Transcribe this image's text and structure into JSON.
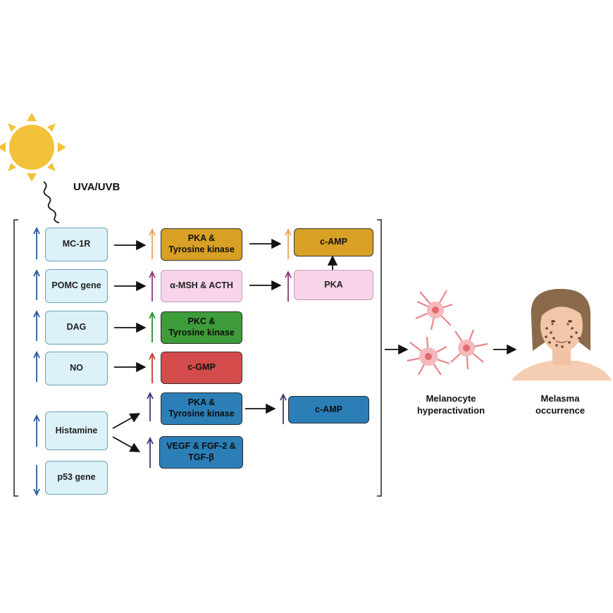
{
  "source": {
    "label": "UVA/UVB"
  },
  "inputs": [
    {
      "id": "mc1r",
      "label": "MC-1R",
      "direction": "up"
    },
    {
      "id": "pomc",
      "label": "POMC gene",
      "direction": "up"
    },
    {
      "id": "dag",
      "label": "DAG",
      "direction": "up"
    },
    {
      "id": "no",
      "label": "NO",
      "direction": "up"
    },
    {
      "id": "histamine",
      "label": "Histamine",
      "direction": "up"
    },
    {
      "id": "p53",
      "label": "p53  gene",
      "direction": "down"
    }
  ],
  "mediators": [
    {
      "id": "pka_tk_1",
      "label": "PKA &\nTyrosine kinase",
      "color": "#d8a024",
      "arrow_color": "#e8a060"
    },
    {
      "id": "msh_acth",
      "label": "α-MSH & ACTH",
      "color": "#f7d4ea",
      "arrow_color": "#8a3a7a"
    },
    {
      "id": "pkc_tk",
      "label": "PKC &\nTyrosine kinase",
      "color": "#3f9c3a",
      "arrow_color": "#2a8a2a"
    },
    {
      "id": "cgmp",
      "label": "c-GMP",
      "color": "#d44b4b",
      "arrow_color": "#c0392b"
    },
    {
      "id": "pka_tk_2",
      "label": "PKA &\nTyrosine kinase",
      "color": "#2c7fb6",
      "arrow_color": "#3a3a7a"
    },
    {
      "id": "vegf",
      "label": "VEGF & FGF-2 &\nTGF-β",
      "color": "#2c7fb6",
      "arrow_color": "#3a3a7a"
    }
  ],
  "effectors": [
    {
      "id": "camp_1",
      "label": "c-AMP",
      "color": "#d8a024",
      "arrow_color": "#e8a060"
    },
    {
      "id": "pka",
      "label": "PKA",
      "color": "#f7d4ea",
      "arrow_color": "#8a3a7a"
    },
    {
      "id": "camp_2",
      "label": "c-AMP",
      "color": "#2c7fb6",
      "arrow_color": "#3a3a7a"
    }
  ],
  "outcomes": {
    "melanocyte": "Melanocyte\nhyperactivation",
    "melasma": "Melasma\noccurrence"
  },
  "colors": {
    "sun": "#f2c23a",
    "arrow_up": "#2a5a9a",
    "melanocyte": "#e8858a",
    "skin": "#f2c6a8",
    "hair": "#8a6a4a"
  }
}
